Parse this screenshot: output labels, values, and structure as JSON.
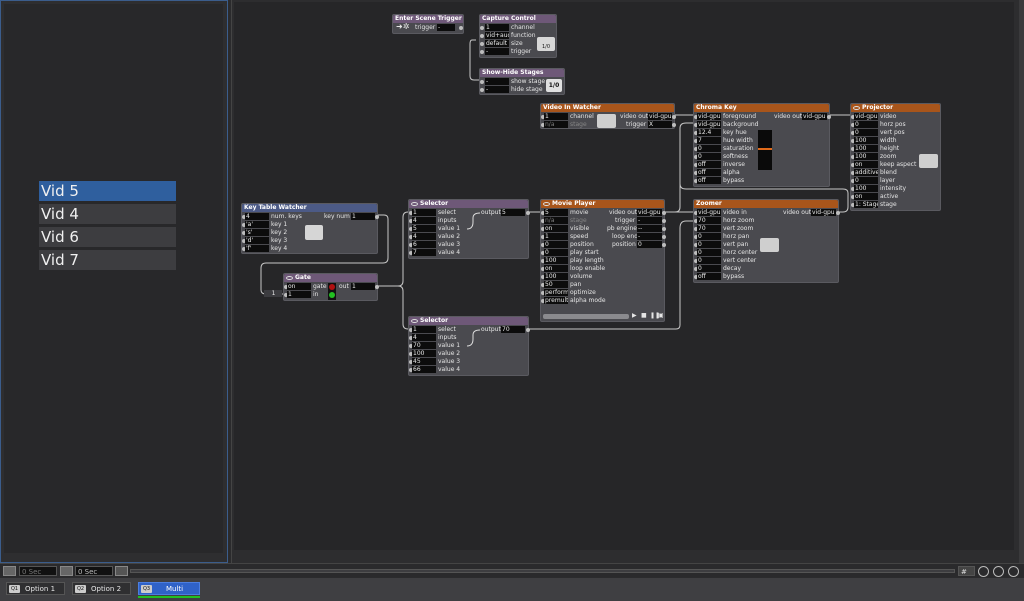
{
  "stage_list": [
    "Vid 5",
    "Vid 4",
    "Vid 6",
    "Vid 7"
  ],
  "enter_scene_trigger": {
    "title": "Enter Scene Trigger",
    "trigger_label": "trigger",
    "trigger_value": "-"
  },
  "capture_control": {
    "title": "Capture Control",
    "rows": [
      {
        "value": "1",
        "label": "channel"
      },
      {
        "value": "vid+aud",
        "label": "function"
      },
      {
        "value": "default",
        "label": "size"
      },
      {
        "value": "-",
        "label": "trigger"
      }
    ],
    "badge": "1/0"
  },
  "show_hide_stages": {
    "title": "Show-Hide Stages",
    "rows": [
      {
        "value": "-",
        "label": "show stage"
      },
      {
        "value": "-",
        "label": "hide stage"
      }
    ],
    "badge": "1/0"
  },
  "video_in_watcher": {
    "title": "Video In Watcher",
    "rows": [
      {
        "value": "1",
        "label": "channel"
      },
      {
        "value": "n/a",
        "label": "stage"
      }
    ],
    "outputs": [
      {
        "label": "video out",
        "value": "vid-gpu"
      },
      {
        "label": "trigger",
        "value": "X"
      }
    ]
  },
  "chroma_key": {
    "title": "Chroma Key",
    "rows": [
      {
        "value": "vid-gpu",
        "label": "foreground"
      },
      {
        "value": "vid-gpu",
        "label": "background"
      },
      {
        "value": "12.4",
        "label": "key hue"
      },
      {
        "value": "7",
        "label": "hue width"
      },
      {
        "value": "0",
        "label": "saturation"
      },
      {
        "value": "0",
        "label": "softness"
      },
      {
        "value": "off",
        "label": "inverse"
      },
      {
        "value": "off",
        "label": "alpha"
      },
      {
        "value": "off",
        "label": "bypass"
      }
    ],
    "out_label": "video out",
    "out_value": "vid-gpu"
  },
  "projector": {
    "title": "Projector",
    "rows": [
      {
        "value": "vid-gpu",
        "label": "video"
      },
      {
        "value": "0",
        "label": "horz pos"
      },
      {
        "value": "0",
        "label": "vert pos"
      },
      {
        "value": "100",
        "label": "width"
      },
      {
        "value": "100",
        "label": "height"
      },
      {
        "value": "100",
        "label": "zoom"
      },
      {
        "value": "on",
        "label": "keep aspect"
      },
      {
        "value": "additive",
        "label": "blend"
      },
      {
        "value": "0",
        "label": "layer"
      },
      {
        "value": "100",
        "label": "intensity"
      },
      {
        "value": "on",
        "label": "active"
      },
      {
        "value": "1: Stage",
        "label": "stage"
      }
    ]
  },
  "key_table_watcher": {
    "title": "Key Table Watcher",
    "rows": [
      {
        "value": "4",
        "label": "num. keys"
      },
      {
        "value": "'a'",
        "label": "key 1"
      },
      {
        "value": "'s'",
        "label": "key 2"
      },
      {
        "value": "'d'",
        "label": "key 3"
      },
      {
        "value": "'f'",
        "label": "key 4"
      }
    ],
    "out_label": "key num",
    "out_value": "1"
  },
  "selector_top": {
    "title": "Selector",
    "rows": [
      {
        "value": "1",
        "label": "select"
      },
      {
        "value": "4",
        "label": "inputs"
      },
      {
        "value": "5",
        "label": "value 1"
      },
      {
        "value": "4",
        "label": "value 2"
      },
      {
        "value": "6",
        "label": "value 3"
      },
      {
        "value": "7",
        "label": "value 4"
      }
    ],
    "out_label": "output",
    "out_value": "5"
  },
  "selector_bottom": {
    "title": "Selector",
    "rows": [
      {
        "value": "1",
        "label": "select"
      },
      {
        "value": "4",
        "label": "inputs"
      },
      {
        "value": "70",
        "label": "value 1"
      },
      {
        "value": "100",
        "label": "value 2"
      },
      {
        "value": "45",
        "label": "value 3"
      },
      {
        "value": "66",
        "label": "value 4"
      }
    ],
    "out_label": "output",
    "out_value": "70"
  },
  "gate": {
    "title": "Gate",
    "rows": [
      {
        "value": "on",
        "label": "gate"
      },
      {
        "value": "1",
        "label": "in"
      }
    ],
    "out_label": "out",
    "out_value": "1",
    "side_value": "1"
  },
  "movie_player": {
    "title": "Movie Player",
    "rows": [
      {
        "value": "5",
        "label": "movie"
      },
      {
        "value": "n/a",
        "label": "stage"
      },
      {
        "value": "on",
        "label": "visible"
      },
      {
        "value": "1",
        "label": "speed"
      },
      {
        "value": "0",
        "label": "position"
      },
      {
        "value": "0",
        "label": "play start"
      },
      {
        "value": "100",
        "label": "play length"
      },
      {
        "value": "on",
        "label": "loop enable"
      },
      {
        "value": "100",
        "label": "volume"
      },
      {
        "value": "50",
        "label": "pan"
      },
      {
        "value": "perform",
        "label": "optimize"
      },
      {
        "value": "premult",
        "label": "alpha mode"
      }
    ],
    "outputs": [
      {
        "label": "video out",
        "value": "vid-gpu"
      },
      {
        "label": "trigger",
        "value": "-"
      },
      {
        "label": "pb engine",
        "value": "--"
      },
      {
        "label": "loop end",
        "value": "-"
      },
      {
        "label": "position",
        "value": "0"
      }
    ]
  },
  "zoomer": {
    "title": "Zoomer",
    "rows": [
      {
        "value": "vid-gpu",
        "label": "video in"
      },
      {
        "value": "70",
        "label": "horz zoom"
      },
      {
        "value": "70",
        "label": "vert zoom"
      },
      {
        "value": "0",
        "label": "horz pan"
      },
      {
        "value": "0",
        "label": "vert pan"
      },
      {
        "value": "0",
        "label": "horz center"
      },
      {
        "value": "0",
        "label": "vert center"
      },
      {
        "value": "0",
        "label": "decay"
      },
      {
        "value": "off",
        "label": "bypass"
      }
    ],
    "out_label": "video out",
    "out_value": "vid-gpu"
  },
  "timebar": {
    "left_time": "0 Sec",
    "right_time": "0 Sec",
    "grid_label": "#"
  },
  "scenes": [
    {
      "num": "Q1",
      "label": "Option 1"
    },
    {
      "num": "Q2",
      "label": "Option 2"
    },
    {
      "num": "Q3",
      "label": "Multi"
    }
  ],
  "colors": {
    "actor_purple": "#6e5878",
    "actor_orange": "#a8551b",
    "actor_blue": "#4c5a86",
    "stage_selected": "#2f5f9e",
    "scene_active": "#2f62c8"
  }
}
